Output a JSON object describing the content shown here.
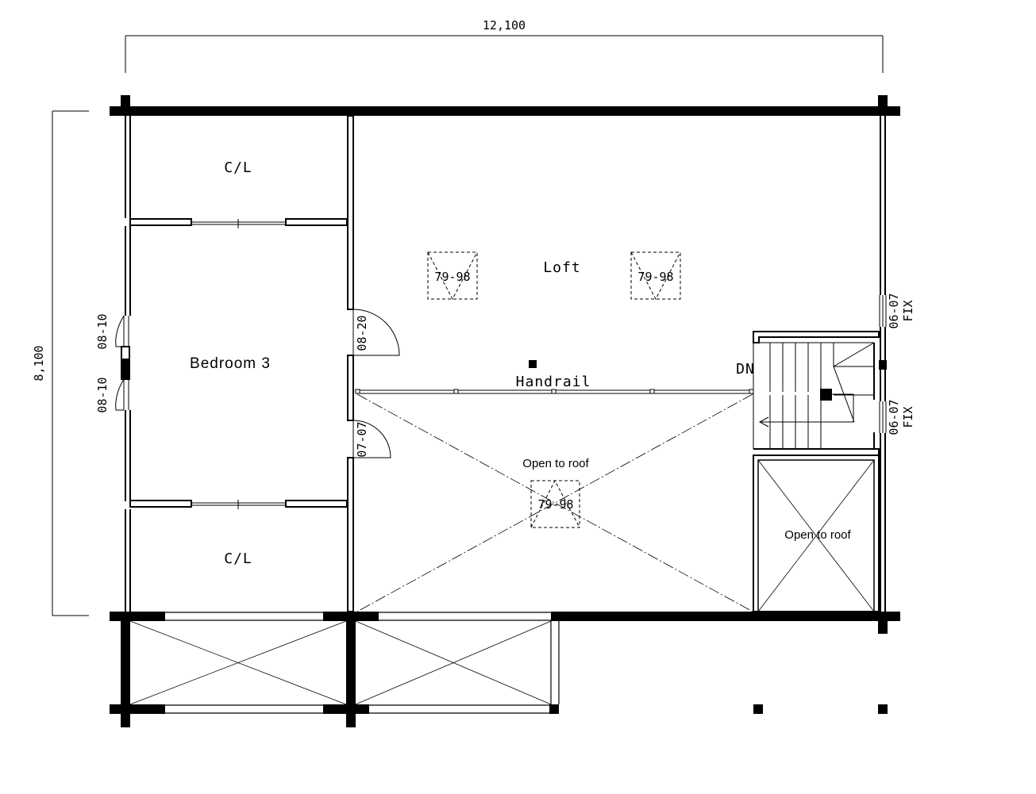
{
  "dimensions": {
    "width": "12,100",
    "height": "8,100"
  },
  "rooms": {
    "closet_top": "C/L",
    "closet_bottom": "C/L",
    "bedroom": "Bedroom 3",
    "loft": "Loft",
    "open_roof_center": "Open to roof",
    "open_roof_right": "Open to roof"
  },
  "labels": {
    "handrail": "Handrail",
    "stairs_down": "DN"
  },
  "windows": {
    "left_upper": "08-10",
    "left_lower": "08-10",
    "right_upper_code": "06-07",
    "right_upper_type": "FIX",
    "right_lower_code": "06-07",
    "right_lower_type": "FIX"
  },
  "doors": {
    "bedroom_upper": "08-20",
    "bedroom_lower": "07-07"
  },
  "skylights": {
    "loft_left": "79-98",
    "loft_right": "79-98",
    "center": "79-98"
  }
}
